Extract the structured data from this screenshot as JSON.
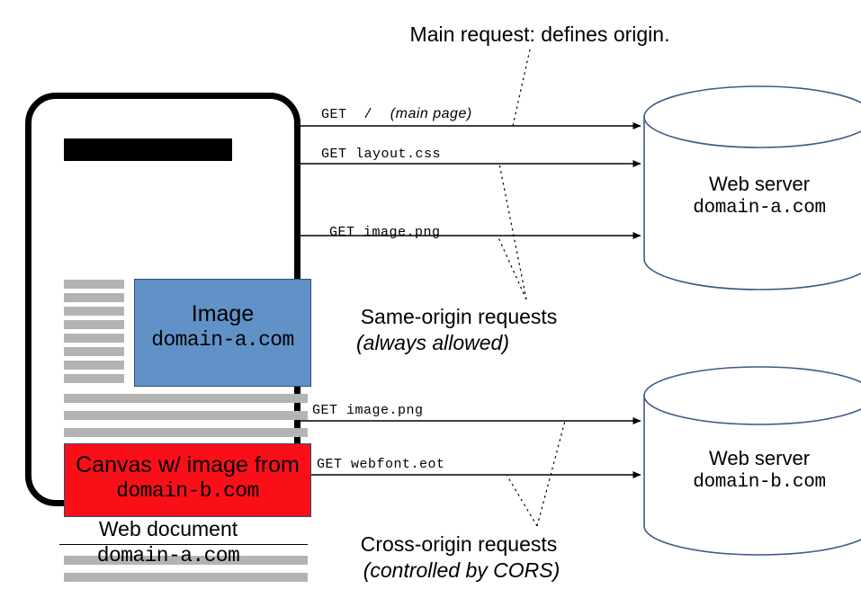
{
  "diagram": {
    "title": "Main request: defines origin.",
    "annotations": {
      "same_origin_line1": "Same-origin requests",
      "same_origin_line2": "(always allowed)",
      "cross_origin_line1": "Cross-origin requests",
      "cross_origin_line2": "(controlled by CORS)"
    },
    "document": {
      "caption_line1": "Web document",
      "caption_line2": "domain-a.com",
      "image_box": {
        "label": "Image",
        "domain": "domain-a.com",
        "fill_color": "#6092c8"
      },
      "canvas_box": {
        "label": "Canvas w/ image from",
        "domain": "domain-b.com",
        "fill_color": "#fa0f19"
      },
      "text_bars_short_count": 8,
      "text_bars_wide_top_count": 3,
      "text_bars_wide_bottom_count": 2,
      "bar_color": "#b3b3b3",
      "header_color": "#000000"
    },
    "servers": [
      {
        "title": "Web server",
        "domain": "domain-a.com",
        "outline_color": "#3d5a8a"
      },
      {
        "title": "Web server",
        "domain": "domain-b.com",
        "outline_color": "#3d5a8a"
      }
    ],
    "requests": [
      {
        "method": "GET",
        "path": "/",
        "note": "(main page)",
        "group": "same-origin"
      },
      {
        "method": "GET",
        "path": "layout.css",
        "note": "",
        "group": "same-origin"
      },
      {
        "method": "GET",
        "path": "image.png",
        "note": "",
        "group": "same-origin"
      },
      {
        "method": "GET",
        "path": "image.png",
        "note": "",
        "group": "cross-origin"
      },
      {
        "method": "GET",
        "path": "webfont.eot",
        "note": "",
        "group": "cross-origin"
      }
    ],
    "request_labels": [
      "GET  /    (main page)",
      "GET layout.css",
      "GET image.png",
      "GET image.png",
      "GET webfont.eot"
    ]
  }
}
